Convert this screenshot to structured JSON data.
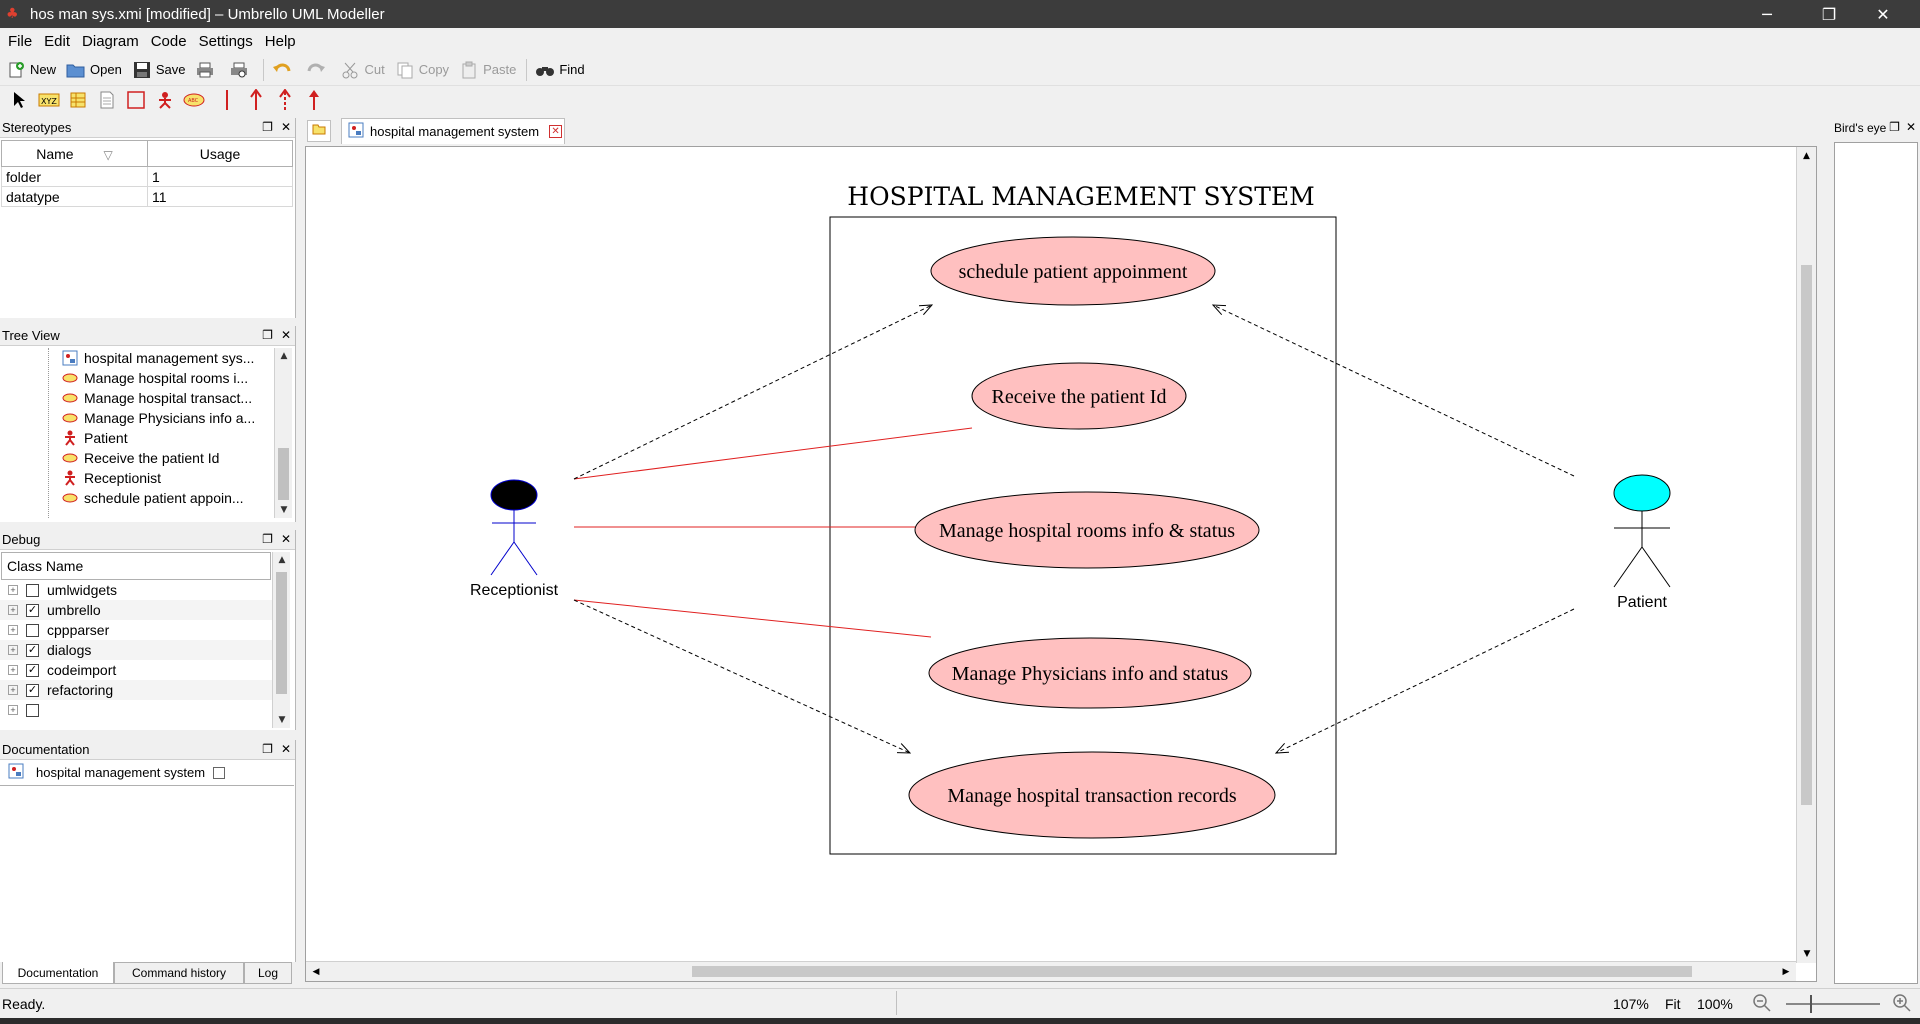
{
  "window": {
    "title": "hos man sys.xmi [modified] – Umbrello UML Modeller",
    "controls": {
      "minimize": "─",
      "maximize": "❐",
      "close": "✕"
    }
  },
  "menu": [
    "File",
    "Edit",
    "Diagram",
    "Code",
    "Settings",
    "Help"
  ],
  "toolbar": {
    "new": "New",
    "open": "Open",
    "save": "Save",
    "cut": "Cut",
    "copy": "Copy",
    "paste": "Paste",
    "find": "Find"
  },
  "stereotypes": {
    "title": "Stereotypes",
    "columns": [
      "Name",
      "Usage"
    ],
    "rows": [
      {
        "name": "folder",
        "usage": "1"
      },
      {
        "name": "datatype",
        "usage": "11"
      }
    ]
  },
  "tree_view": {
    "title": "Tree View",
    "items": [
      {
        "label": "hospital management sys...",
        "icon": "diagram-icon"
      },
      {
        "label": "Manage hospital rooms i...",
        "icon": "usecase-icon"
      },
      {
        "label": "Manage hospital transact...",
        "icon": "usecase-icon"
      },
      {
        "label": "Manage Physicians info a...",
        "icon": "usecase-icon"
      },
      {
        "label": "Patient",
        "icon": "actor-icon"
      },
      {
        "label": "Receive the patient Id",
        "icon": "usecase-icon"
      },
      {
        "label": "Receptionist",
        "icon": "actor-icon"
      },
      {
        "label": "schedule patient appoin...",
        "icon": "usecase-icon"
      }
    ]
  },
  "debug": {
    "title": "Debug",
    "column": "Class Name",
    "rows": [
      {
        "label": "umlwidgets",
        "checked": false
      },
      {
        "label": "umbrello",
        "checked": true
      },
      {
        "label": "cppparser",
        "checked": false
      },
      {
        "label": "dialogs",
        "checked": true
      },
      {
        "label": "codeimport",
        "checked": true
      },
      {
        "label": "refactoring",
        "checked": true
      },
      {
        "label": "",
        "checked": false
      }
    ]
  },
  "documentation": {
    "title": "Documentation",
    "item_label": "hospital management system",
    "tabs": [
      "Documentation",
      "Command history",
      "Log"
    ]
  },
  "diagram_tab": {
    "label": "hospital management system"
  },
  "diagram": {
    "system_title": "HOSPITAL MANAGEMENT SYSTEM",
    "actors": {
      "receptionist": "Receptionist",
      "patient": "Patient"
    },
    "usecases": {
      "schedule": "schedule patient appoinment",
      "receive": "Receive the patient Id",
      "rooms": "Manage hospital rooms info & status",
      "physicians": "Manage Physicians info and status",
      "transactions": "Manage hospital transaction records"
    },
    "colors": {
      "usecase_fill": "#ffc0c0",
      "association": "#e02020",
      "receptionist_head": "#000000",
      "patient_head": "#00ffff",
      "actor_stroke": "#0000cc"
    }
  },
  "birdseye": {
    "title": "Bird's eye"
  },
  "statusbar": {
    "status": "Ready.",
    "zoom": "107%",
    "fit": "Fit",
    "reset_zoom": "100%"
  }
}
